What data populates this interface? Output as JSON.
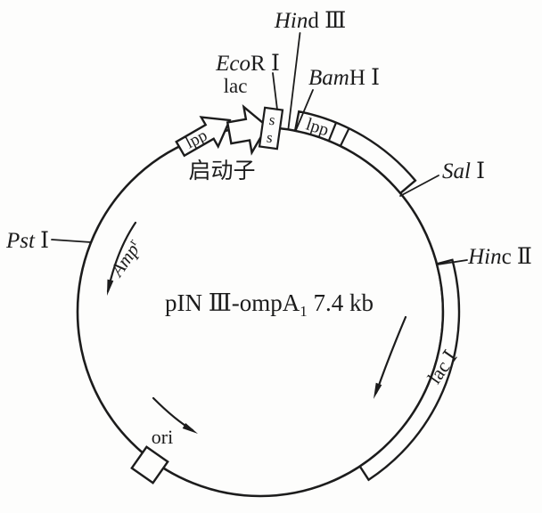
{
  "diagram": {
    "type": "plasmid-map",
    "plasmid_name": {
      "pre": "pIN Ⅲ-ompA",
      "sub": "1",
      "post": " 7.4 kb"
    },
    "restriction_sites": {
      "hind3": {
        "it": "Hin",
        "ro": "d Ⅲ"
      },
      "ecor1": {
        "it": "Eco",
        "ro": "R Ⅰ"
      },
      "bamh1": {
        "it": "Bam",
        "ro": "H Ⅰ"
      },
      "sal1": {
        "it": "Sal",
        "ro": " Ⅰ"
      },
      "hinc2": {
        "it": "Hin",
        "ro": "c Ⅱ"
      },
      "pst1": {
        "it": "Pst",
        "ro": " Ⅰ"
      }
    },
    "features": {
      "lpp_promoter": "lpp",
      "promoter_zh": "启动子",
      "lac_promoter": "lac",
      "signal_seq_top": "s",
      "signal_seq_bottom": "s",
      "lpp_terminator": "lpp",
      "amp": {
        "it": "Amp",
        "sup": "r"
      },
      "lac_i": "lac Ⅰ",
      "ori": "ori"
    },
    "colors": {
      "ink": "#1c1c1c",
      "paper": "#fdfdfc"
    }
  }
}
